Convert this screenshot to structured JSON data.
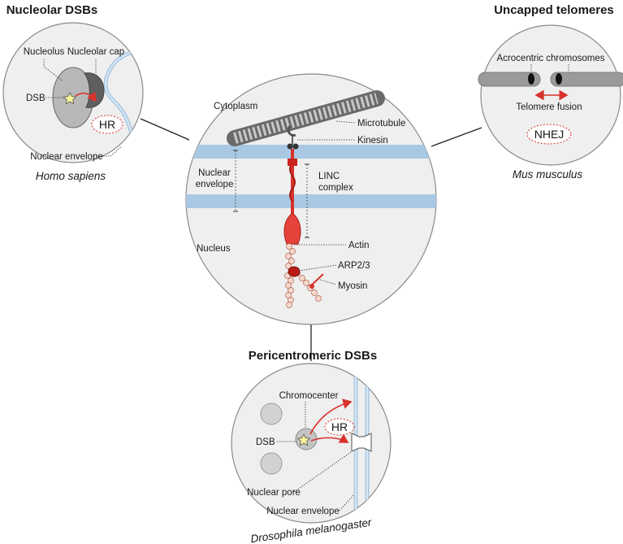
{
  "panels": {
    "top_left": {
      "title": "Nucleolar DSBs",
      "species": "Homo sapiens",
      "labels": {
        "nucleolus": "Nucleolus",
        "nucleolar_cap": "Nucleolar cap",
        "dsb": "DSB",
        "hr": "HR",
        "nuclear_envelope": "Nuclear envelope"
      }
    },
    "top_right": {
      "title": "Uncapped telomeres",
      "species": "Mus musculus",
      "labels": {
        "acrocentric": "Acrocentric chromosomes",
        "telomere_fusion": "Telomere fusion",
        "nhej": "NHEJ"
      }
    },
    "center": {
      "labels": {
        "cytoplasm": "Cytoplasm",
        "microtubule": "Microtubule",
        "kinesin": "Kinesin",
        "nuclear_envelope_line1": "Nuclear",
        "nuclear_envelope_line2": "envelope",
        "linc_line1": "LINC",
        "linc_line2": "complex",
        "nucleus": "Nucleus",
        "actin": "Actin",
        "arp": "ARP2/3",
        "myosin": "Myosin"
      }
    },
    "bottom": {
      "title": "Pericentromeric DSBs",
      "species": "Drosophila melanogaster",
      "labels": {
        "chromocenter": "Chromocenter",
        "hr": "HR",
        "dsb": "DSB",
        "nuclear_pore": "Nuclear pore",
        "nuclear_envelope": "Nuclear envelope"
      }
    }
  },
  "colors": {
    "membrane": "#a9c8e3",
    "accent_red": "#d9312b",
    "circle_fill": "#efefef",
    "gray_dark": "#5a5a5a"
  }
}
